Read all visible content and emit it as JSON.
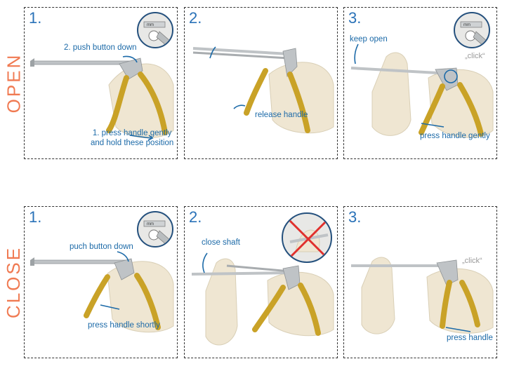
{
  "rows": [
    {
      "label": "OPEN",
      "steps": [
        {
          "number": "1.",
          "captions": [
            "2. push button down",
            "1. press handle gently\nand hold these position"
          ]
        },
        {
          "number": "2.",
          "captions": [
            "release handle"
          ]
        },
        {
          "number": "3.",
          "captions": [
            "keep open",
            "„click“",
            "press handle gently"
          ]
        }
      ]
    },
    {
      "label": "CLOSE",
      "steps": [
        {
          "number": "1.",
          "captions": [
            "puch button down",
            "press handle shortly"
          ]
        },
        {
          "number": "2.",
          "captions": [
            "close shaft"
          ]
        },
        {
          "number": "3.",
          "captions": [
            "„click“",
            "press handle"
          ]
        }
      ]
    }
  ],
  "inset_text": "mm",
  "colors": {
    "accent_label": "#f07a52",
    "step_number": "#2a72b8",
    "caption": "#1c6aa8",
    "arrow": "#1c6aa8",
    "inset_border": "#24507d",
    "prohibit_cross": "#e0302c",
    "handle_gold": "#c9a227",
    "instrument_steel": "#bfc3c6",
    "glove": "#efe6d2"
  }
}
